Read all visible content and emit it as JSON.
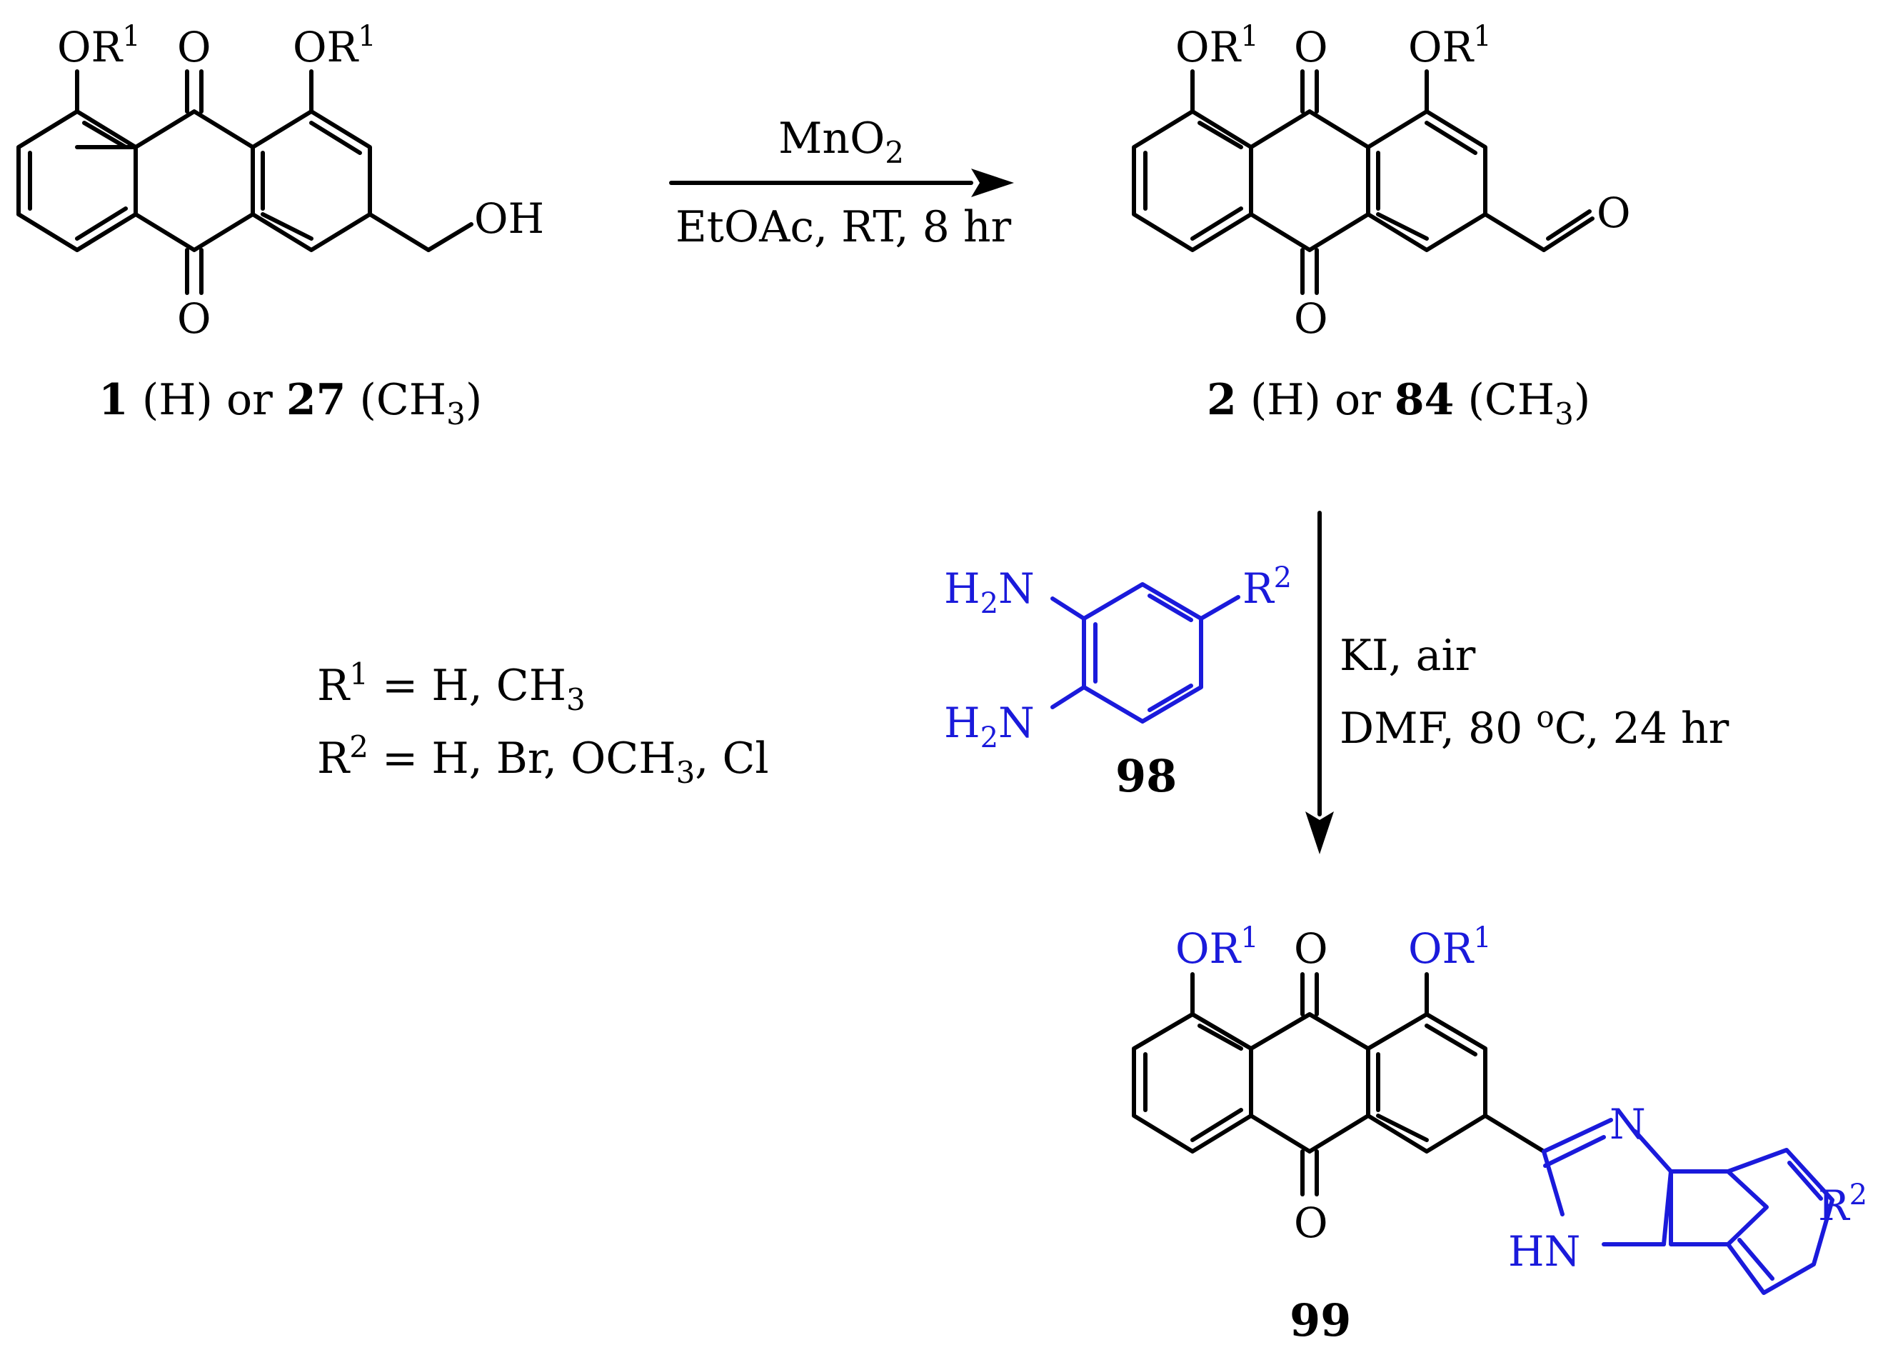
{
  "colors": {
    "black": "#000000",
    "blue": "#1a1adb",
    "background": "#ffffff"
  },
  "atoms": {
    "o": "O",
    "or": "OR",
    "sup1": "1",
    "sup2": "2",
    "oh": "OH",
    "r": "R",
    "h2n_h": "H",
    "h2n_sub": "2",
    "h2n_n": "N",
    "n": "N",
    "hn": "HN"
  },
  "compound_1_27": {
    "num_a": "1",
    "sub_a": " (H) or ",
    "num_b": "27",
    "sub_b": " (CH",
    "sub_b_3": "3",
    "sub_b_close": ")"
  },
  "compound_2_84": {
    "num_a": "2",
    "sub_a": " (H) or ",
    "num_b": "84",
    "sub_b": " (CH",
    "sub_b_3": "3",
    "sub_b_close": ")"
  },
  "step1": {
    "reagent": "MnO",
    "reagent_sub": "2",
    "conditions": "EtOAc, RT, 8 hr"
  },
  "step2": {
    "reagent": "KI, air",
    "conditions_a": "DMF, 80 ",
    "conditions_sup": "o",
    "conditions_b": "C, 24 hr"
  },
  "substituents": {
    "r1_def_r": "R",
    "r1_def_sup": "1",
    "r1_def_val": " = H, CH",
    "r1_def_sub": "3",
    "r2_def_r": "R",
    "r2_def_sup": "2",
    "r2_def_val": " = H, Br, OCH",
    "r2_def_sub": "3",
    "r2_def_end": ", Cl"
  },
  "compound_98": {
    "num": "98"
  },
  "compound_99": {
    "num": "99"
  }
}
